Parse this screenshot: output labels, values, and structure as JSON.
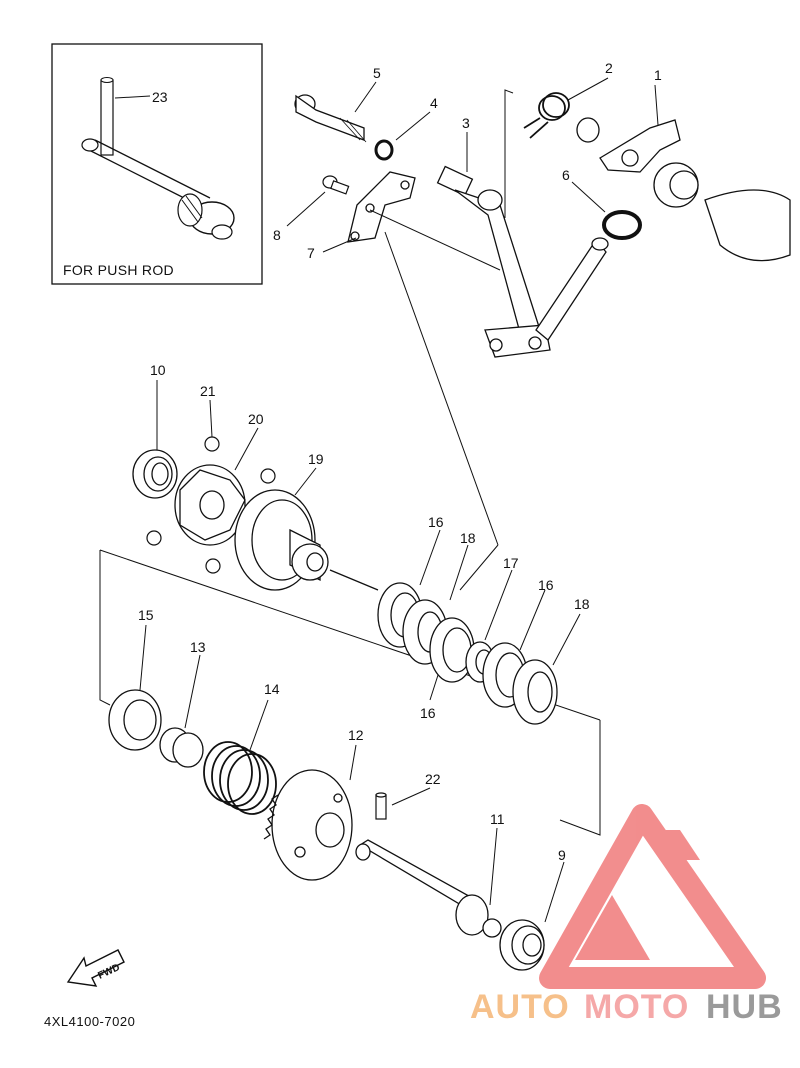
{
  "diagram": {
    "inset_label": "FOR PUSH ROD",
    "diagram_code": "4XL4100-7020",
    "fwd_label": "FWD",
    "part_numbers": [
      "1",
      "2",
      "3",
      "4",
      "5",
      "6",
      "7",
      "8",
      "9",
      "10",
      "11",
      "12",
      "13",
      "14",
      "15",
      "16",
      "16",
      "16",
      "17",
      "18",
      "18",
      "19",
      "20",
      "21",
      "22",
      "23"
    ]
  },
  "watermark": {
    "word1": "AUTO",
    "word2": "MOTO",
    "word3": "HUB",
    "colors": {
      "auto": "#f6c08a",
      "moto": "#f5a8a8",
      "hub": "#9a9a9a",
      "logo": "#f07a7a"
    }
  }
}
